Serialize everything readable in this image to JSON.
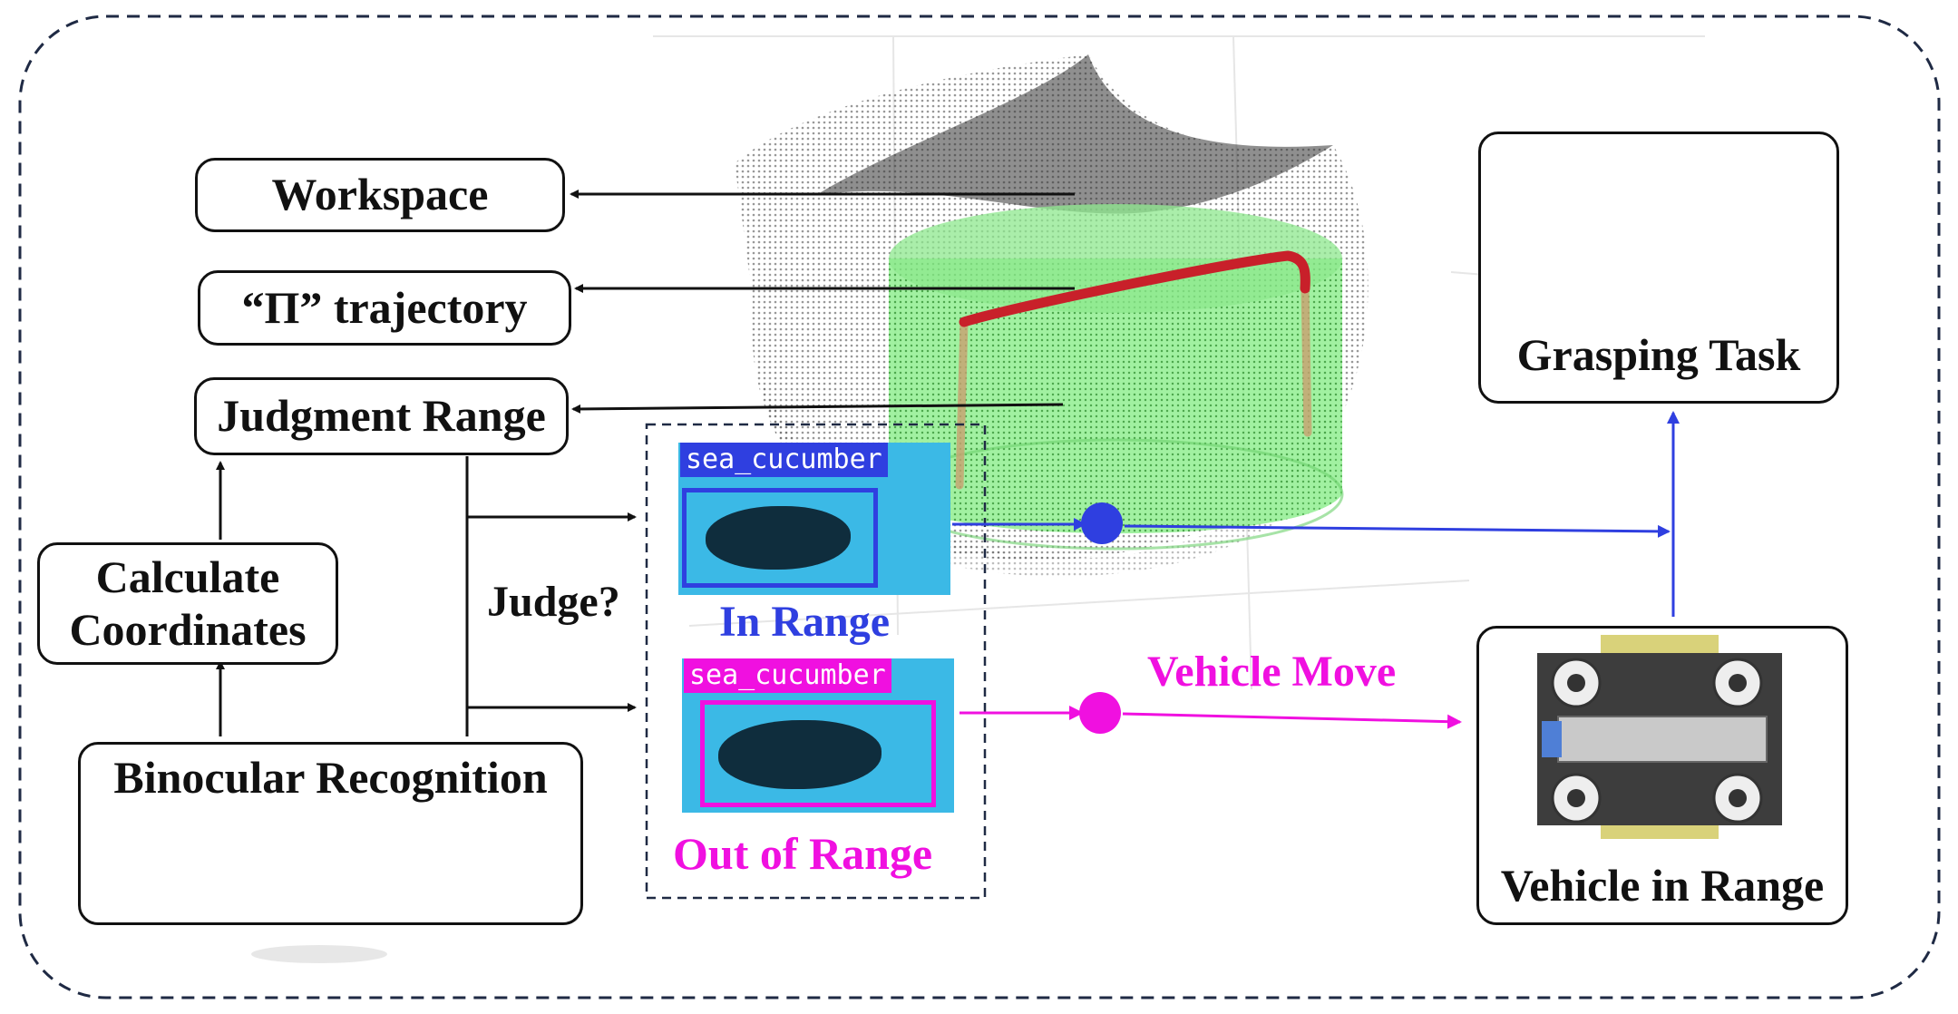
{
  "boxes": {
    "workspace": "Workspace",
    "trajectory": "“Π” trajectory",
    "judgment_range": "Judgment Range",
    "calculate_line1": "Calculate",
    "calculate_line2": "Coordinates",
    "binocular": "Binocular Recognition",
    "grasping": "Grasping Task",
    "vehicle_in_range": "Vehicle in Range"
  },
  "labels": {
    "judge": "Judge?",
    "in_range": "In Range",
    "out_of_range": "Out of Range",
    "vehicle_move": "Vehicle Move"
  },
  "detections": {
    "in_range_tag": "sea_cucumber",
    "out_range_tag": "sea_cucumber"
  },
  "colors": {
    "in_range": "#2f3fe0",
    "out_of_range": "#f010e0",
    "workspace_green": "#7de37d",
    "trajectory_red": "#c8202a",
    "border": "#1f2a44"
  }
}
